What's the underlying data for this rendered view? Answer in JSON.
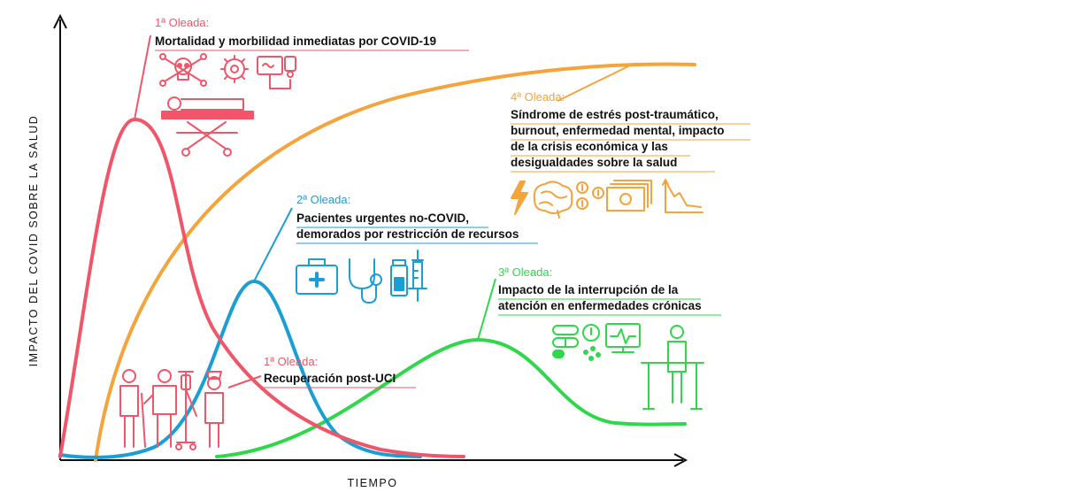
{
  "axes": {
    "y_label": "IMPACTO DEL COVID SOBRE LA SALUD",
    "x_label": "TIEMPO"
  },
  "waves": {
    "wave1": {
      "title": "1ª Oleada:",
      "lines": [
        "Mortalidad y morbilidad inmediatas por COVID-19"
      ],
      "color": "#f0566a",
      "icons": [
        "skull-crossbones-icon",
        "virus-icon",
        "ventilator-monitor-icon",
        "hospital-bed-patient-icon"
      ]
    },
    "wave1b": {
      "title": "1ª Oleada:",
      "lines": [
        "Recuperación post-UCI"
      ],
      "color": "#f0566a",
      "icons": [
        "patient-with-cane-icon",
        "assisted-patient-icon",
        "iv-drip-icon",
        "nurse-icon"
      ]
    },
    "wave2": {
      "title": "2ª Oleada:",
      "lines": [
        "Pacientes urgentes no-COVID,",
        "demorados por restricción de recursos"
      ],
      "color": "#1a9fd4",
      "icons": [
        "medical-kit-icon",
        "stethoscope-icon",
        "medicine-vial-icon",
        "syringe-icon"
      ]
    },
    "wave3": {
      "title": "3ª Oleada:",
      "lines": [
        "Impacto de la interrupción de la",
        "atención en enfermedades crónicas"
      ],
      "color": "#2fd84a",
      "icons": [
        "pills-icon",
        "clock-icon",
        "heart-monitor-icon",
        "rehabilitation-bars-icon"
      ]
    },
    "wave4": {
      "title": "4ª Oleada:",
      "lines": [
        "Síndrome de estrés post-traumático,",
        "burnout, enfermedad mental, impacto",
        "de la crisis económica y las",
        "desigualdades sobre la salud"
      ],
      "color": "#f5a33b",
      "icons": [
        "lightning-icon",
        "brain-icon",
        "coins-icon",
        "banknotes-icon",
        "declining-chart-icon"
      ]
    }
  }
}
